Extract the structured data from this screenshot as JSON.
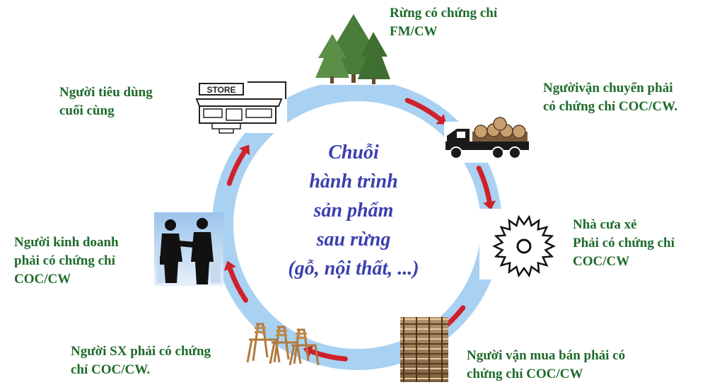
{
  "title": {
    "line1": "Chuỗi",
    "line2": "hành trình",
    "line3": "sản phẩm",
    "line4": "sau rừng",
    "line5": "(gỗ, nội thất, ...)"
  },
  "nodes": {
    "forest": {
      "line1": "Rừng có chứng chỉ",
      "line2": "FM/CW"
    },
    "transport": {
      "line1": "Ngườivận chuyển phải",
      "line2": "có chứng chỉ COC/CW."
    },
    "sawmill": {
      "line1": "Nhà cưa xẻ",
      "line2": "Phải có chứng chỉ",
      "line3": "COC/CW"
    },
    "trader": {
      "line1": "Người vận mua bán phải có",
      "line2": "chứng chỉ COC/CW"
    },
    "manufacturer": {
      "line1": "Người SX phải có chứng",
      "line2": "chỉ COC/CW."
    },
    "business": {
      "line1": "Người kinh doanh",
      "line2": "phải có chứng chỉ",
      "line3": "COC/CW"
    },
    "consumer": {
      "line1": "Người tiêu dùng",
      "line2": "cuối cùng"
    }
  },
  "store_sign": "STORE",
  "colors": {
    "ring": "#a9d1f2",
    "arrow": "#d0202a",
    "label_text": "#1e6b2a",
    "center_text": "#3b3fae"
  },
  "icons": [
    "pine-trees-icon",
    "logging-truck-icon",
    "saw-blade-icon",
    "lumber-stack-icon",
    "wooden-chairs-icon",
    "handshake-icon",
    "store-icon"
  ]
}
